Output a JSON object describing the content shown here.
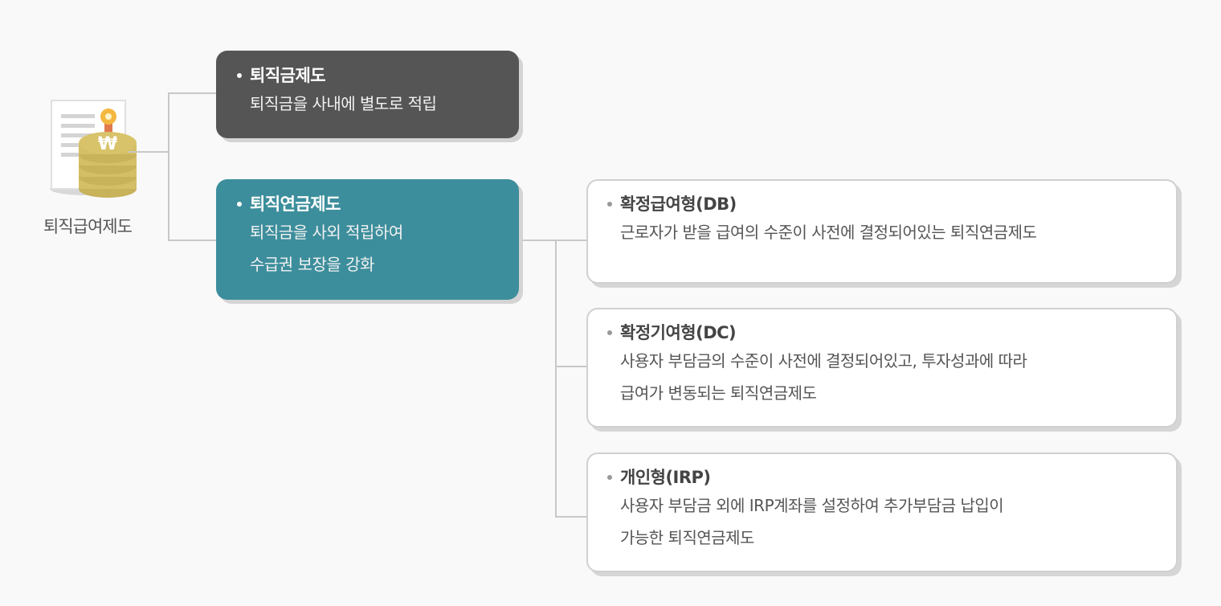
{
  "root": {
    "label": "퇴직급여제도",
    "icon": "certificate-coins-icon"
  },
  "branches": [
    {
      "title": "퇴직금제도",
      "description": "퇴직금을 사내에 별도로 적립",
      "color": "#555555"
    },
    {
      "title": "퇴직연금제도",
      "description": "퇴직금을 사외 적립하여\n수급권 보장을 강화",
      "color": "#3d8e9c",
      "children": [
        {
          "title": "확정급여형(DB)",
          "description": "근로자가 받을 급여의 수준이 사전에 결정되어있는 퇴직연금제도"
        },
        {
          "title": "확정기여형(DC)",
          "description": "사용자 부담금의 수준이 사전에 결정되어있고, 투자성과에 따라\n급여가 변동되는 퇴직연금제도"
        },
        {
          "title": "개인형(IRP)",
          "description": "사용자 부담금 외에 IRP계좌를 설정하여 추가부담금 납입이\n가능한 퇴직연금제도"
        }
      ]
    }
  ]
}
